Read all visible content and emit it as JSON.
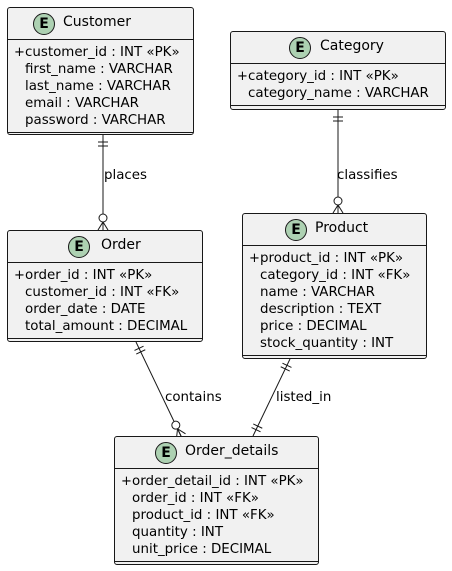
{
  "entities": {
    "customer": {
      "badge": "E",
      "name": "Customer",
      "attributes": [
        {
          "mark": "+",
          "text": "customer_id : INT «PK»"
        },
        {
          "mark": "",
          "text": "first_name : VARCHAR"
        },
        {
          "mark": "",
          "text": "last_name : VARCHAR"
        },
        {
          "mark": "",
          "text": "email : VARCHAR"
        },
        {
          "mark": "",
          "text": "password : VARCHAR"
        }
      ]
    },
    "category": {
      "badge": "E",
      "name": "Category",
      "attributes": [
        {
          "mark": "+",
          "text": "category_id : INT «PK»"
        },
        {
          "mark": "",
          "text": "category_name : VARCHAR"
        }
      ]
    },
    "order": {
      "badge": "E",
      "name": "Order",
      "attributes": [
        {
          "mark": "+",
          "text": "order_id : INT «PK»"
        },
        {
          "mark": "",
          "text": "customer_id : INT «FK»"
        },
        {
          "mark": "",
          "text": "order_date : DATE"
        },
        {
          "mark": "",
          "text": "total_amount : DECIMAL"
        }
      ]
    },
    "product": {
      "badge": "E",
      "name": "Product",
      "attributes": [
        {
          "mark": "+",
          "text": "product_id : INT «PK»"
        },
        {
          "mark": "",
          "text": "category_id : INT «FK»"
        },
        {
          "mark": "",
          "text": "name : VARCHAR"
        },
        {
          "mark": "",
          "text": "description : TEXT"
        },
        {
          "mark": "",
          "text": "price : DECIMAL"
        },
        {
          "mark": "",
          "text": "stock_quantity : INT"
        }
      ]
    },
    "order_details": {
      "badge": "E",
      "name": "Order_details",
      "attributes": [
        {
          "mark": "+",
          "text": "order_detail_id : INT «PK»"
        },
        {
          "mark": "",
          "text": "order_id : INT «FK»"
        },
        {
          "mark": "",
          "text": "product_id : INT «FK»"
        },
        {
          "mark": "",
          "text": "quantity : INT"
        },
        {
          "mark": "",
          "text": "unit_price : DECIMAL"
        }
      ]
    }
  },
  "relationships": {
    "places": {
      "label": "places",
      "from": "Customer",
      "to": "Order",
      "from_cardinality": "exactly-one",
      "to_cardinality": "zero-or-many"
    },
    "classifies": {
      "label": "classifies",
      "from": "Category",
      "to": "Product",
      "from_cardinality": "exactly-one",
      "to_cardinality": "zero-or-many"
    },
    "contains": {
      "label": "contains",
      "from": "Order",
      "to": "Order_details",
      "from_cardinality": "exactly-one",
      "to_cardinality": "zero-or-many"
    },
    "listed_in": {
      "label": "listed_in",
      "from": "Product",
      "to": "Order_details",
      "from_cardinality": "exactly-one",
      "to_cardinality": "exactly-one"
    }
  },
  "colors": {
    "entity_fill": "#f1f1f1",
    "badge_fill": "#add1b2",
    "line": "#181818"
  }
}
